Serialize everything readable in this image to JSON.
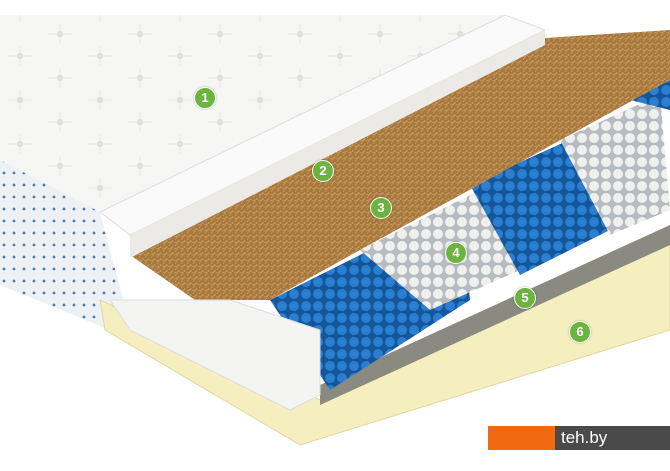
{
  "labels": [
    "1",
    "2",
    "3",
    "4",
    "5",
    "6"
  ],
  "watermark": "teh.by",
  "colors": {
    "badge": "#6cb33f",
    "coconut": "#a8793f",
    "spring_blue": "#1f6fc0",
    "foam_yellow": "#f5efc0",
    "watermark_orange": "#f26a10"
  }
}
